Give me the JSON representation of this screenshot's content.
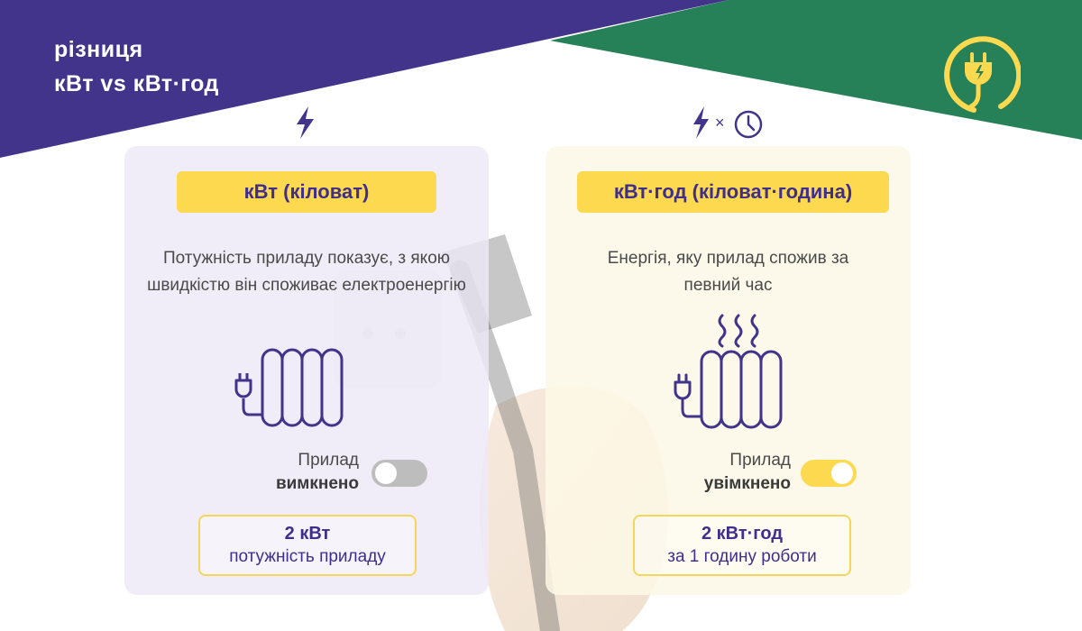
{
  "title": {
    "line1": "різниця",
    "line2": "кВт vs кВт·год"
  },
  "colors": {
    "purple": "#43348b",
    "green": "#268058",
    "yellow": "#fcd94f",
    "text_dark": "#3f2e8c"
  },
  "icons": {
    "logo": "plug-in-circle-icon",
    "kw_header": "lightning-icon",
    "kwh_header": "lightning-times-clock-icon"
  },
  "times_sign": "×",
  "kw_card": {
    "heading": "кВт (кіловат)",
    "description": "Потужність приладу показує, з якою швидкістю він споживає електроенергію",
    "state_label": "Прилад",
    "state_value": "вимкнено",
    "toggle_on": false,
    "value": "2 кВт",
    "value_caption": "потужність приладу"
  },
  "kwh_card": {
    "heading": "кВт·год (кіловат·година)",
    "description": "Енергія, яку прилад спожив за певний час",
    "state_label": "Прилад",
    "state_value": "увімкнено",
    "toggle_on": true,
    "value": "2 кВт·год",
    "value_caption": "за 1 годину роботи"
  }
}
